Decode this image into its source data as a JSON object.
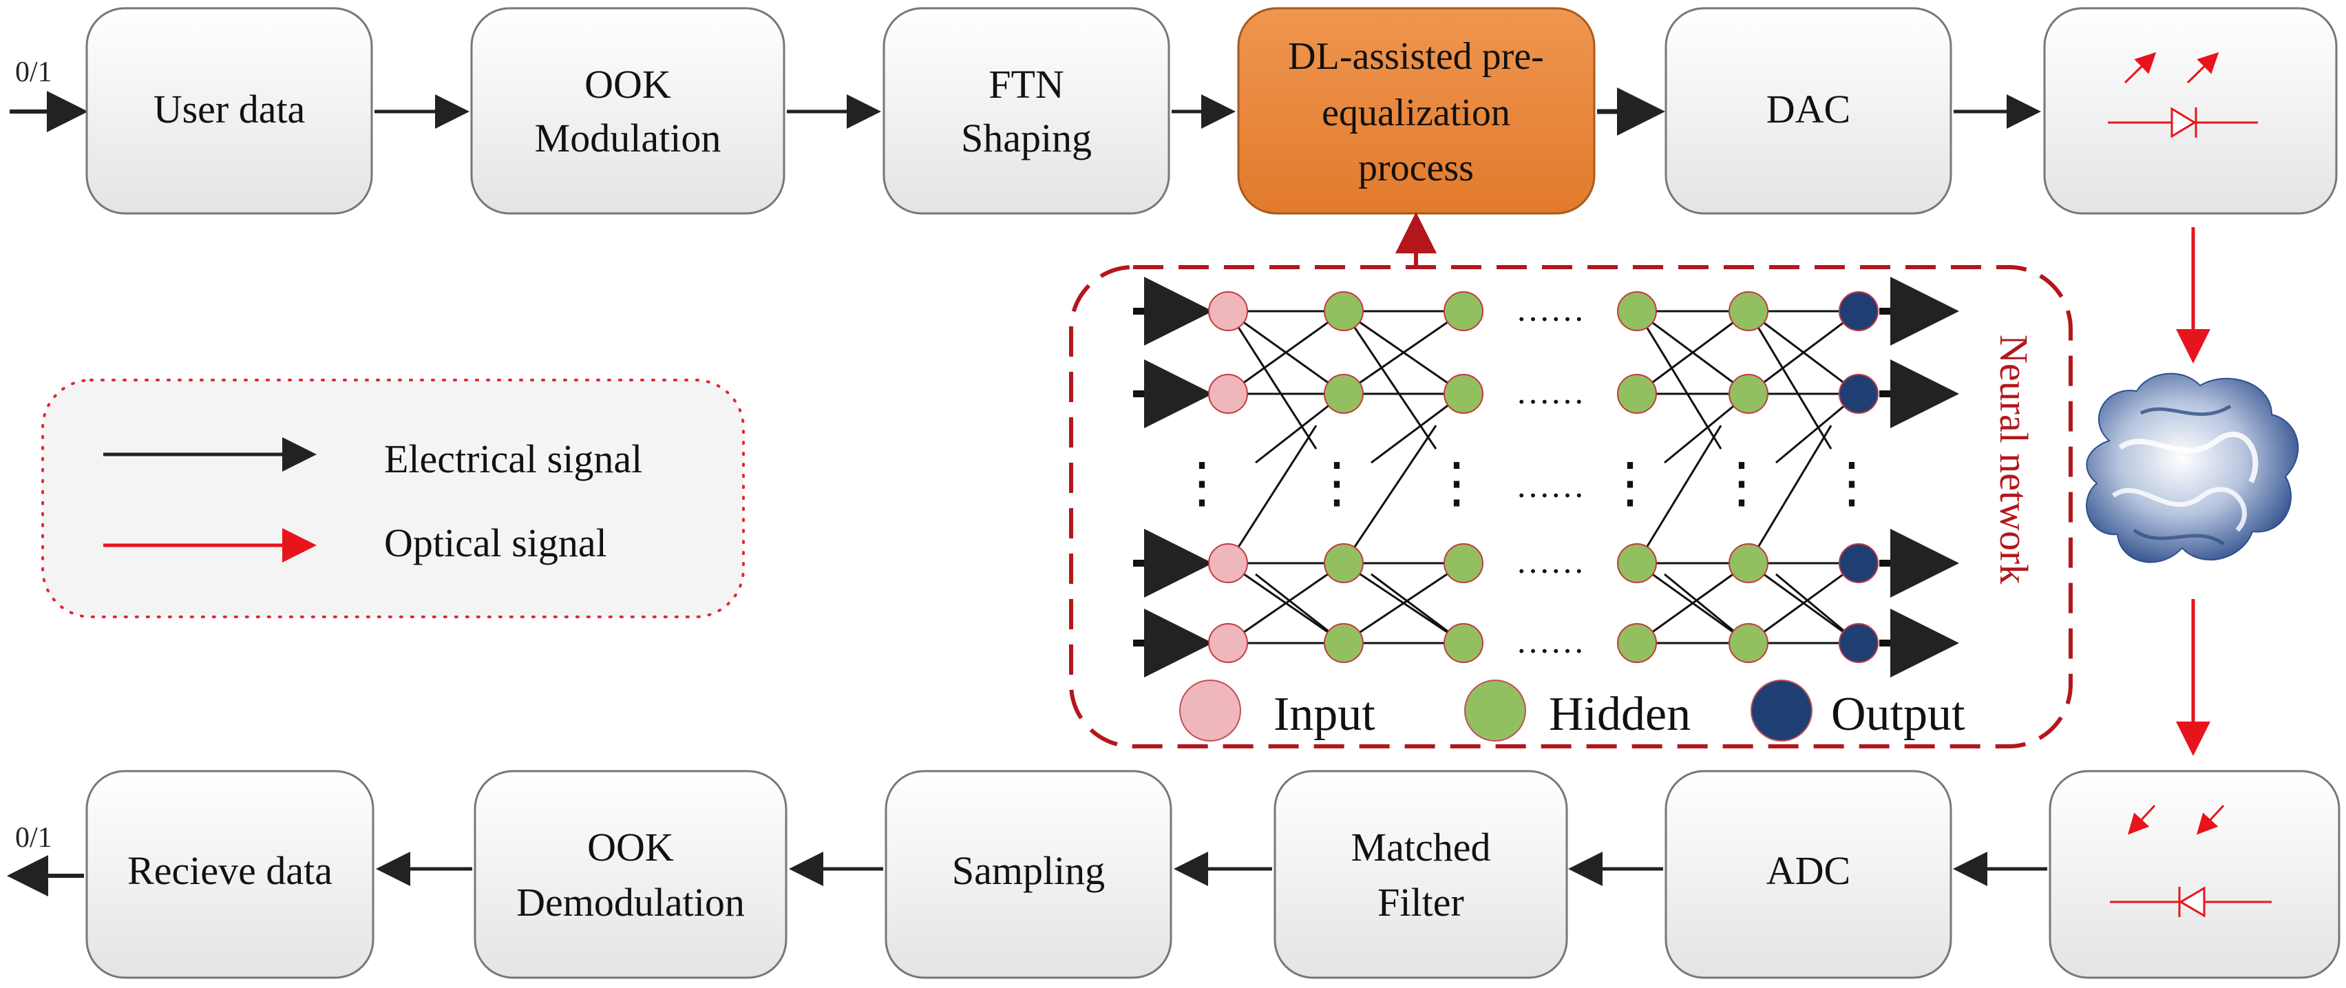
{
  "colors": {
    "box_fill_top": "#ffffff",
    "box_fill_bottom": "#e6e6e6",
    "box_stroke": "#777777",
    "highlight_fill": "#e8853a",
    "electrical": "#222222",
    "optical": "#e8141c",
    "nn_border": "#b3171c",
    "input_node": "#efb7bc",
    "hidden_node": "#92c060",
    "output_node": "#1f3f74"
  },
  "input_label": "0/1",
  "output_label": "0/1",
  "top_row": [
    {
      "id": "user-data",
      "lines": [
        "User data"
      ]
    },
    {
      "id": "ook-modulation",
      "lines": [
        "OOK",
        "Modulation"
      ]
    },
    {
      "id": "ftn-shaping",
      "lines": [
        "FTN",
        "Shaping"
      ]
    },
    {
      "id": "dl-preequalization",
      "lines": [
        "DL-assisted pre-",
        "equalization",
        "process"
      ]
    },
    {
      "id": "dac",
      "lines": [
        "DAC"
      ]
    },
    {
      "id": "led-transmitter",
      "icon": "led-icon"
    }
  ],
  "bottom_row": [
    {
      "id": "receive-data",
      "lines": [
        "Recieve data"
      ]
    },
    {
      "id": "ook-demodulation",
      "lines": [
        "OOK",
        "Demodulation"
      ]
    },
    {
      "id": "sampling",
      "lines": [
        "Sampling"
      ]
    },
    {
      "id": "matched-filter",
      "lines": [
        "Matched",
        "Filter"
      ]
    },
    {
      "id": "adc",
      "lines": [
        "ADC"
      ]
    },
    {
      "id": "photodiode-receiver",
      "icon": "photodiode-icon"
    }
  ],
  "channel_icon": "turbulent-water-channel-icon",
  "legend": {
    "electrical": "Electrical signal",
    "optical": "Optical signal"
  },
  "neural_network": {
    "title": "Neural network",
    "legend": {
      "input": "Input",
      "hidden": "Hidden",
      "output": "Output"
    },
    "ellipsis": "……",
    "vdots": "⋮"
  }
}
